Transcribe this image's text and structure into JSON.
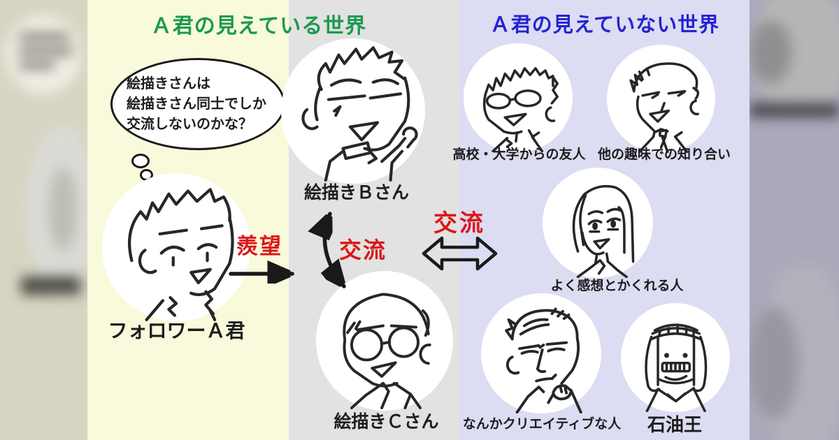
{
  "panels": {
    "visible_world": {
      "title": "Ａ君の見えている世界"
    },
    "invisible_world": {
      "title": "Ａ君の見えていない世界"
    }
  },
  "thought_bubble": {
    "line1": "絵描きさんは",
    "line2": "絵描きさん同士でしか",
    "line3": "交流しないのかな？"
  },
  "people": {
    "follower_a": {
      "label": "フォロワーＡ君"
    },
    "artist_b": {
      "label": "絵描きＢさん"
    },
    "artist_c": {
      "label": "絵描きＣさん"
    },
    "school_friend": {
      "label": "高校・大学からの友人"
    },
    "hobby_friend": {
      "label": "他の趣味での知り合い"
    },
    "feedback_person": {
      "label": "よく感想とかくれる人"
    },
    "creative_person": {
      "label": "なんかクリエイティブな人"
    },
    "oil_king": {
      "label": "石油王"
    }
  },
  "relations": {
    "envy": "羨望",
    "exchange_bc": "交流",
    "exchange_worlds": "交流"
  },
  "colors": {
    "visible_title": "#1b9a4e",
    "invisible_title": "#2424d2",
    "relation_text": "#dc1717",
    "visible_bg": "#f9f9dc",
    "center_bg": "#e3e2e2",
    "invisible_bg": "#dcdcf3",
    "line_art": "#272727"
  }
}
